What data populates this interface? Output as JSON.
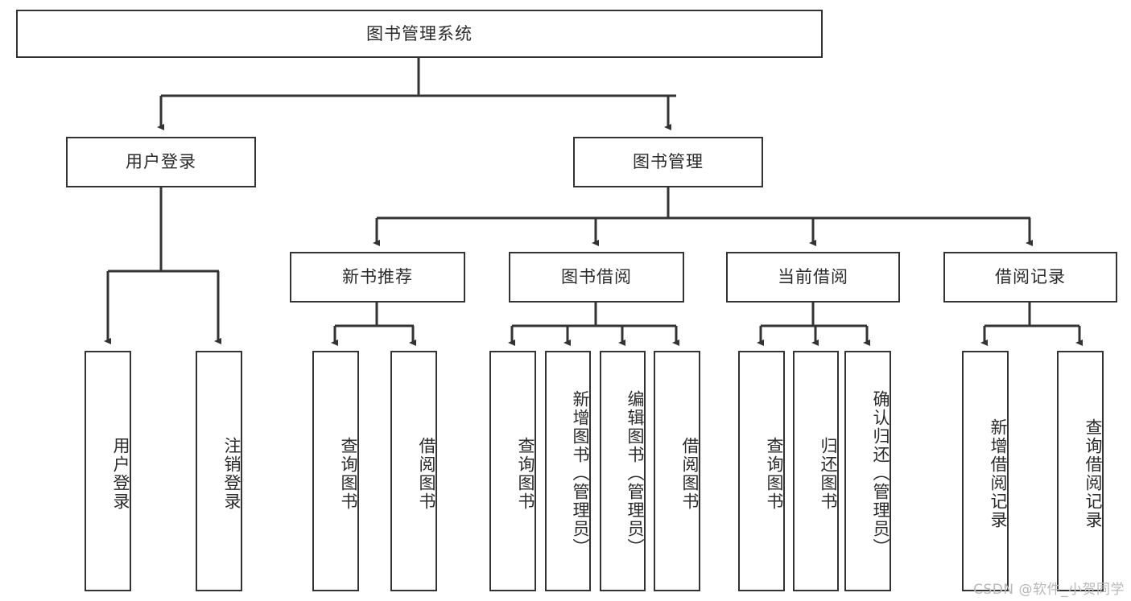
{
  "diagram": {
    "type": "tree-hierarchy-flowchart",
    "title": "图书管理系统",
    "watermark": "CSDN @软件_小贺同学",
    "colors": {
      "stroke": "#333333",
      "text": "#2b2b2b",
      "background": "#ffffff",
      "watermark": "#b9b9b9"
    },
    "levels": {
      "root": {
        "label": "图书管理系统"
      },
      "level2": [
        {
          "id": "user-login",
          "label": "用户登录"
        },
        {
          "id": "book-management",
          "label": "图书管理"
        }
      ],
      "level3": [
        {
          "id": "new-book-recommend",
          "label": "新书推荐",
          "parent": "book-management"
        },
        {
          "id": "book-borrow",
          "label": "图书借阅",
          "parent": "book-management"
        },
        {
          "id": "current-borrow",
          "label": "当前借阅",
          "parent": "book-management"
        },
        {
          "id": "borrow-record",
          "label": "借阅记录",
          "parent": "book-management"
        }
      ],
      "leaves": [
        {
          "id": "leaf-user-login",
          "label": "用户登录",
          "parent": "user-login"
        },
        {
          "id": "leaf-logout-login",
          "label": "注销登录",
          "parent": "user-login"
        },
        {
          "id": "leaf-query-book-1",
          "label": "查询图书",
          "parent": "new-book-recommend"
        },
        {
          "id": "leaf-borrow-book-1",
          "label": "借阅图书",
          "parent": "new-book-recommend"
        },
        {
          "id": "leaf-query-book-2",
          "label": "查询图书",
          "parent": "book-borrow"
        },
        {
          "id": "leaf-add-book",
          "label": "新增图书（管理员）",
          "parent": "book-borrow"
        },
        {
          "id": "leaf-edit-book",
          "label": "编辑图书（管理员）",
          "parent": "book-borrow"
        },
        {
          "id": "leaf-borrow-book-2",
          "label": "借阅图书",
          "parent": "book-borrow"
        },
        {
          "id": "leaf-query-book-3",
          "label": "查询图书",
          "parent": "current-borrow"
        },
        {
          "id": "leaf-return-book",
          "label": "归还图书",
          "parent": "current-borrow"
        },
        {
          "id": "leaf-confirm-return",
          "label": "确认归还（管理员）",
          "parent": "current-borrow"
        },
        {
          "id": "leaf-add-record",
          "label": "新增借阅记录",
          "parent": "borrow-record"
        },
        {
          "id": "leaf-query-record",
          "label": "查询借阅记录",
          "parent": "borrow-record"
        }
      ]
    }
  }
}
